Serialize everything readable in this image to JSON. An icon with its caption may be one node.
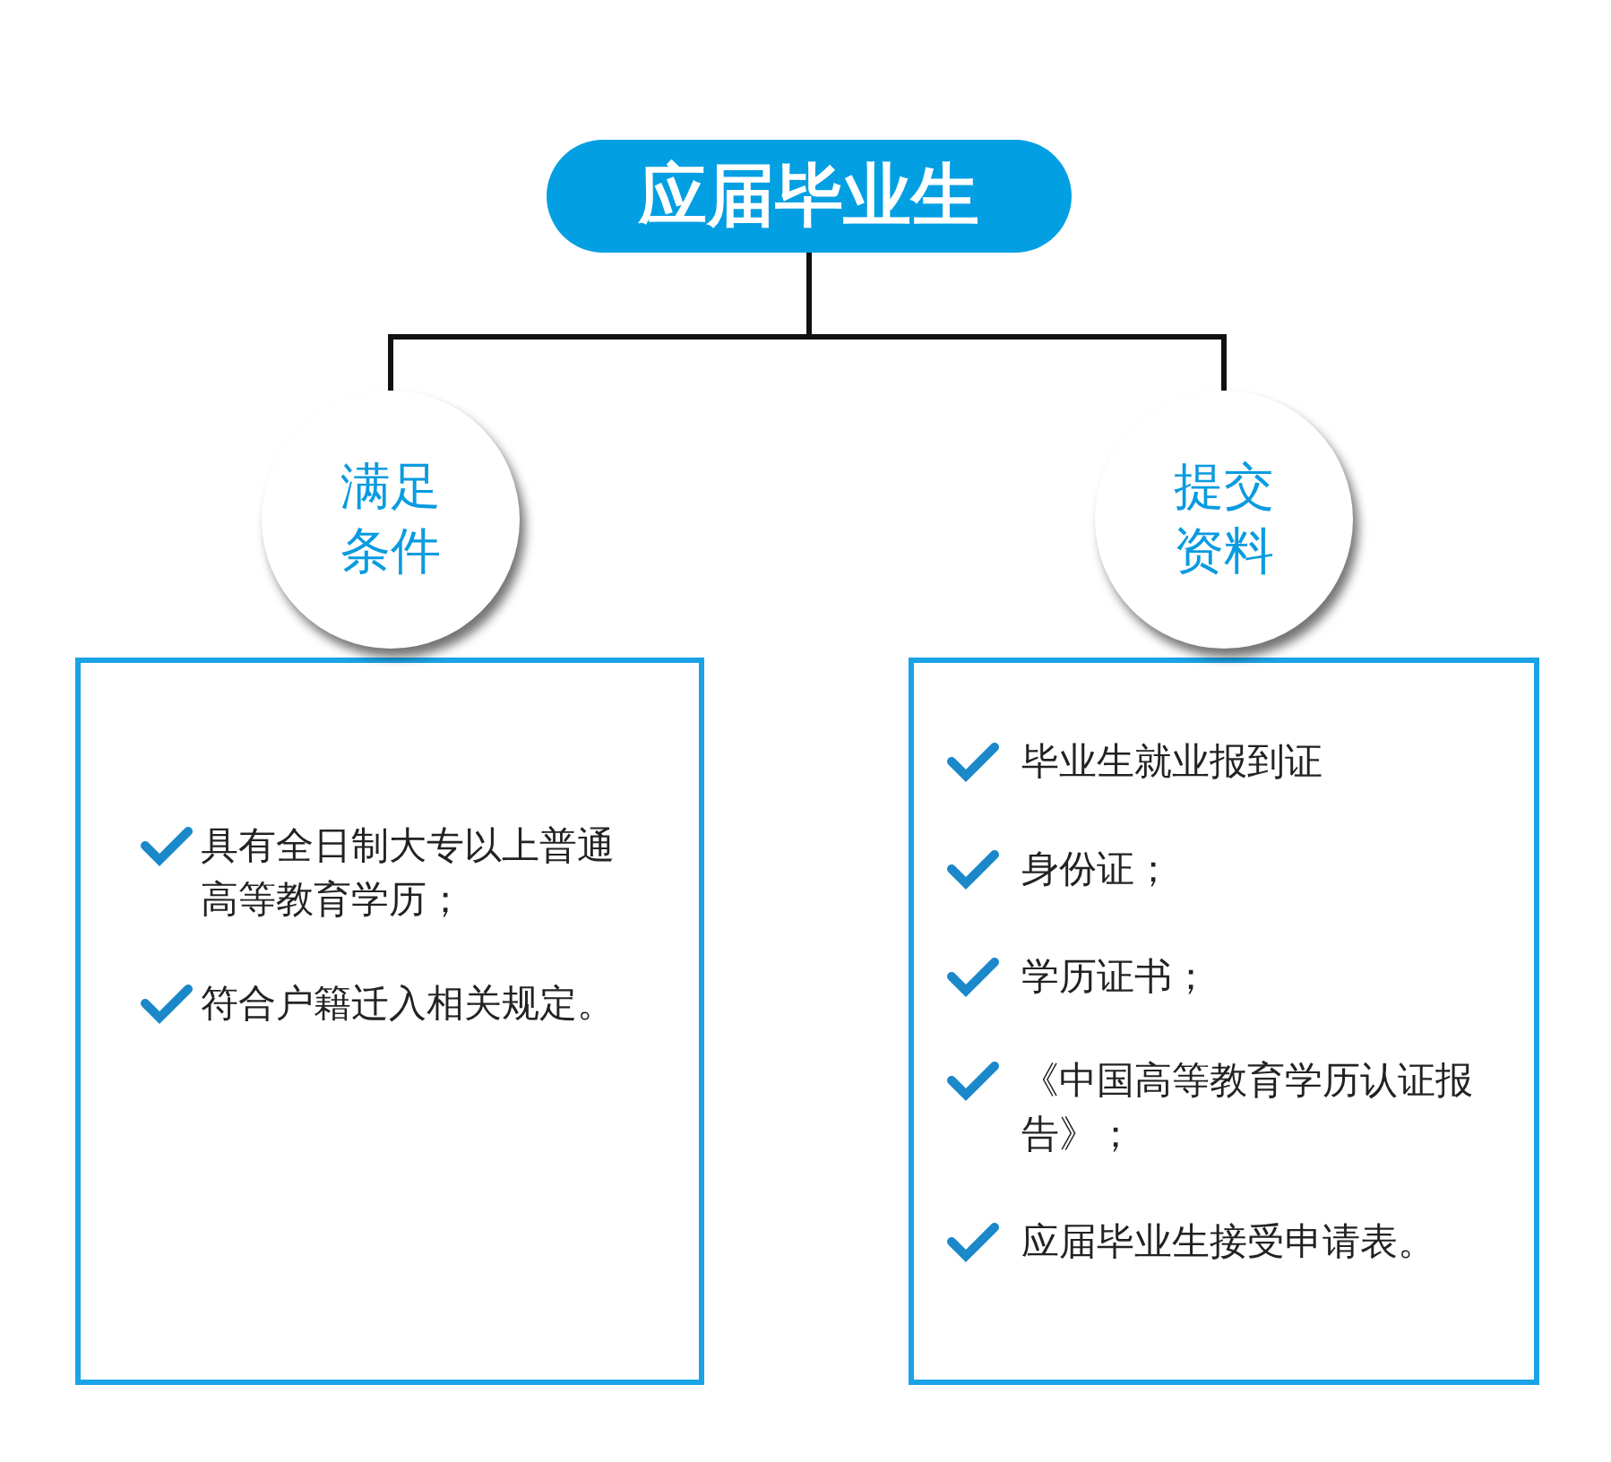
{
  "diagram": {
    "nodes": [
      {
        "text": [
          "应届毕业生"
        ]
      },
      {
        "text": [
          "满足条件"
        ]
      },
      {
        "text": [
          "提交资料"
        ]
      },
      {
        "text": [
          "具有全日制大专以上普通高等教育学历；",
          "符合户籍迁入相关规定。"
        ]
      },
      {
        "text": [
          "毕业生就业报到证",
          "身份证；",
          "学历证书；",
          "《中国高等教育学历认证报告》；",
          "应届毕业生接受申请表。"
        ]
      }
    ],
    "edges": [
      {
        "from": 0,
        "to": 1,
        "arrow": "none"
      },
      {
        "from": 0,
        "to": 2,
        "arrow": "none"
      }
    ]
  }
}
